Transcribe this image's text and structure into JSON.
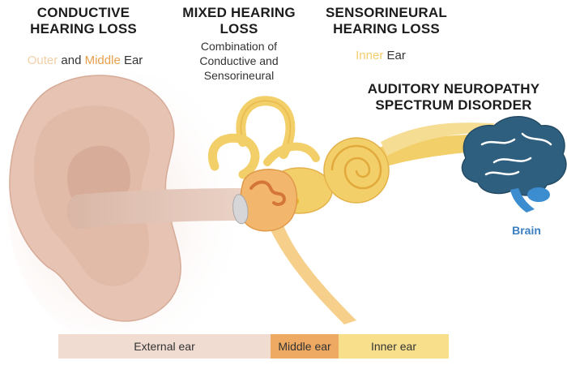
{
  "colors": {
    "outer": "#f1d5b8",
    "middle": "#e8a04c",
    "inner": "#f6d77b",
    "brain": "#2f5f7e",
    "brain_stem": "#3c8dd0",
    "brain_label": "#3a7fc1"
  },
  "labels": {
    "conductive": {
      "title_line1": "CONDUCTIVE",
      "title_line2": "HEARING LOSS",
      "outer_word": "Outer",
      "and_word": "and",
      "middle_word": "Middle",
      "ear_word": "Ear"
    },
    "mixed": {
      "title_line1": "MIXED HEARING",
      "title_line2": "LOSS",
      "desc_line1": "Combination of",
      "desc_line2": "Conductive and",
      "desc_line3": "Sensorineural"
    },
    "sensorineural": {
      "title_line1": "SENSORINEURAL",
      "title_line2": "HEARING LOSS",
      "inner_word": "Inner",
      "ear_word": "Ear"
    },
    "neuropathy": {
      "title_line1": "AUDITORY NEUROPATHY",
      "title_line2": "SPECTRUM DISORDER"
    },
    "brain": "Brain"
  },
  "regions": [
    {
      "name": "External ear"
    },
    {
      "name": "Middle ear"
    },
    {
      "name": "Inner ear"
    }
  ]
}
